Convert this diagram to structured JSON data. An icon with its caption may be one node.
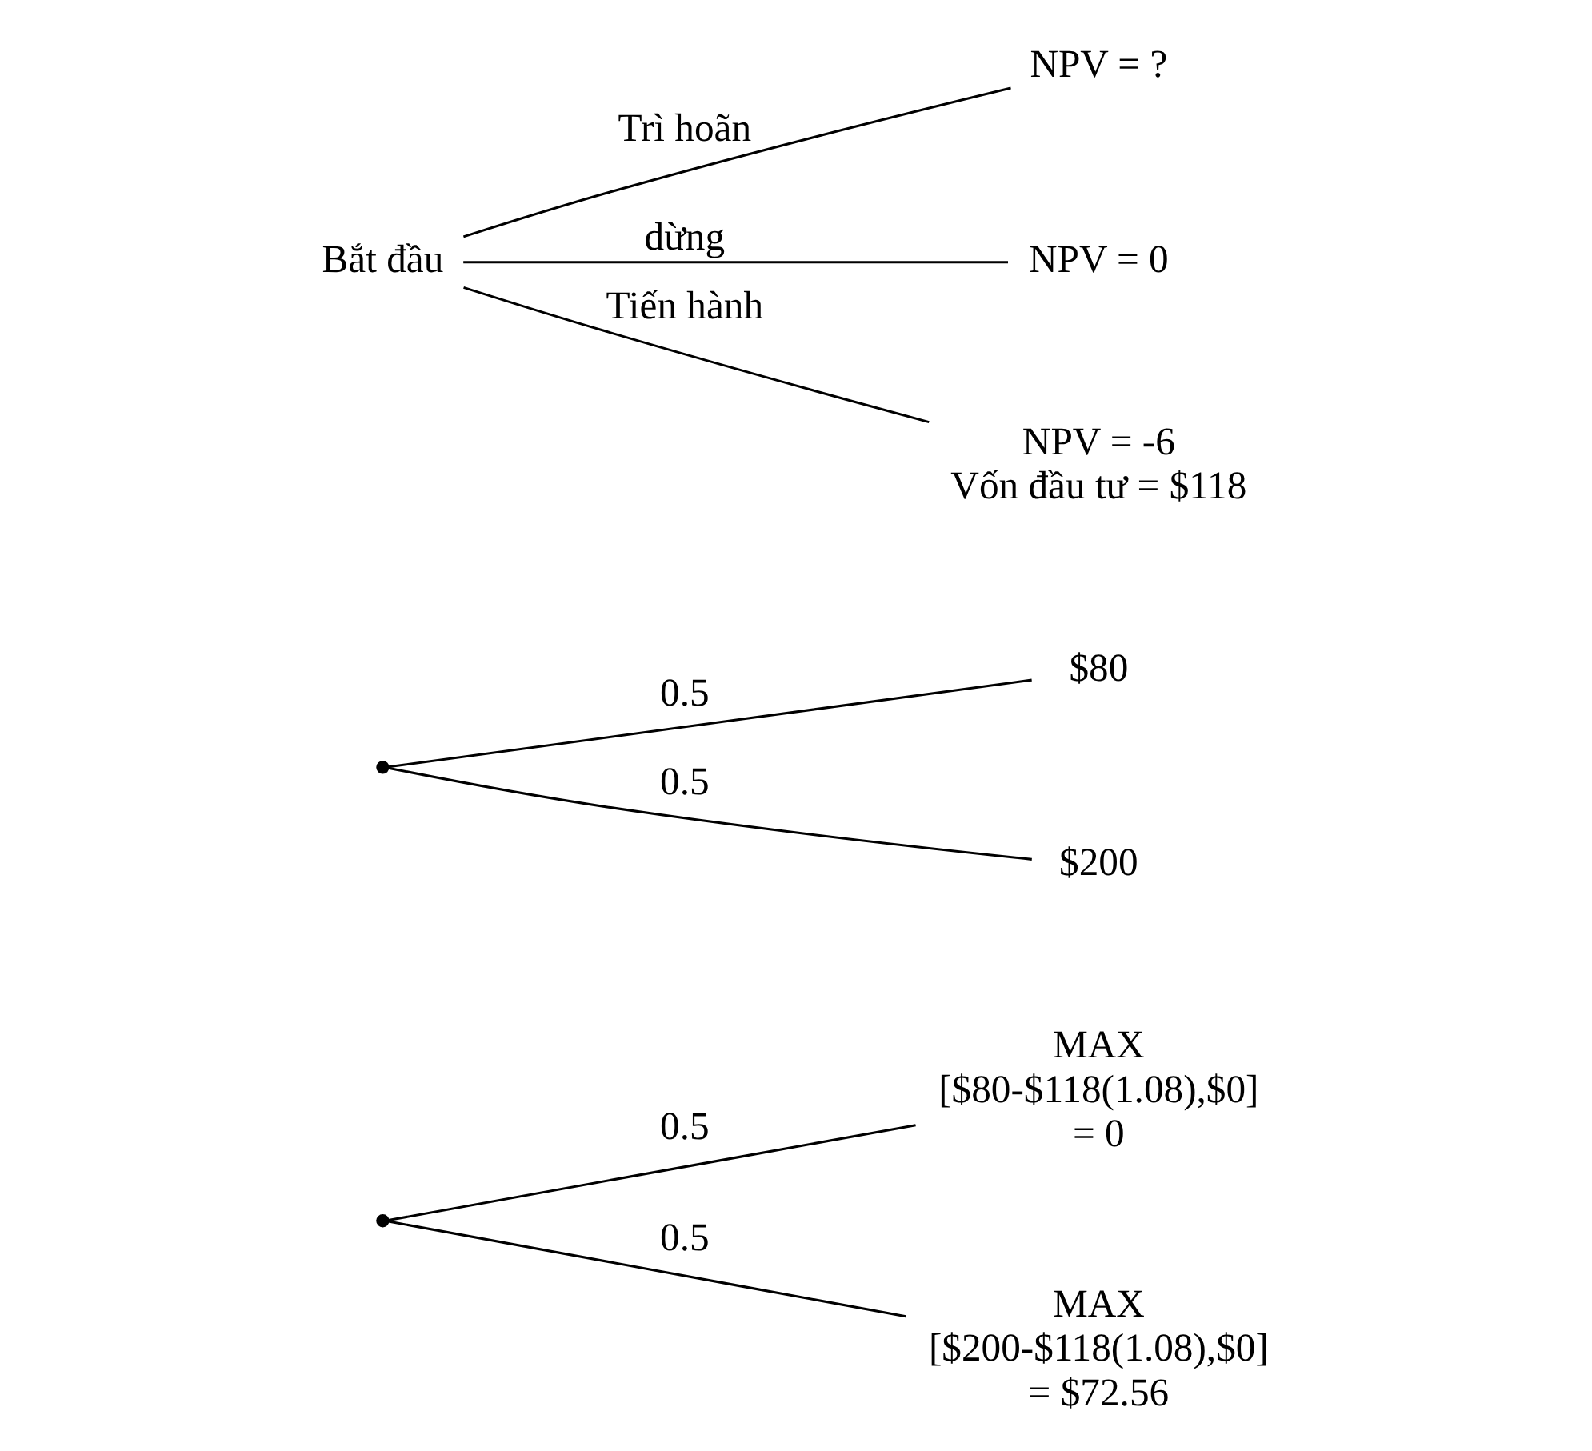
{
  "diagram": {
    "nodes": [
      {
        "text": [
          "Bắt đầu"
        ]
      },
      {
        "text": [
          "NPV = -6",
          "Vốn đầu tư = $118"
        ]
      },
      {
        "text": [
          "NPV = 0"
        ]
      },
      {
        "text": [
          "NPV = ?"
        ]
      },
      {
        "text": [],
        "shape": "point"
      },
      {
        "text": [
          "$200"
        ]
      },
      {
        "text": [
          "$80"
        ]
      },
      {
        "text": [],
        "shape": "point"
      },
      {
        "text": [
          "MAX",
          "[$200-$118(1.08),$0]",
          "= $72.56"
        ]
      },
      {
        "text": [
          "MAX",
          "[$80-$118(1.08),$0]",
          "= 0"
        ]
      }
    ],
    "edges": [
      {
        "from": 0,
        "to": 1,
        "arrow": "none",
        "label": "Tiến hành"
      },
      {
        "from": 0,
        "to": 2,
        "arrow": "none",
        "label": "dừng"
      },
      {
        "from": 0,
        "to": 3,
        "arrow": "none",
        "label": "Trì hoãn"
      },
      {
        "from": 4,
        "to": 5,
        "arrow": "none",
        "label": "0.5"
      },
      {
        "from": 4,
        "to": 6,
        "arrow": "none",
        "label": "0.5"
      },
      {
        "from": 7,
        "to": 8,
        "arrow": "none",
        "label": "0.5"
      },
      {
        "from": 7,
        "to": 9,
        "arrow": "none",
        "label": "0.5"
      }
    ]
  }
}
